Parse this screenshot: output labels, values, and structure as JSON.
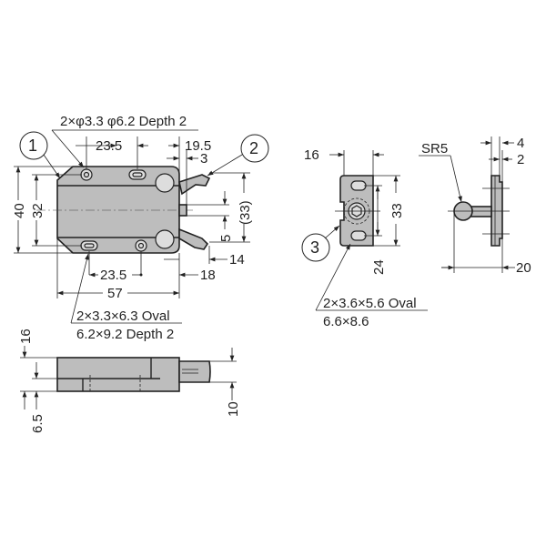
{
  "callouts": {
    "one": "1",
    "two": "2",
    "three": "3"
  },
  "catch_front": {
    "hole_note": "2×φ3.3 φ6.2 Depth 2",
    "oval_note_1": "2×3.3×6.3 Oval",
    "oval_note_2": "6.2×9.2 Depth 2",
    "dims": {
      "top_spacing": "23.5",
      "jaw_offset": "19.5",
      "jaw_gap": "3",
      "height_outer": "40",
      "height_inner": "32",
      "jaw_span": "(33)",
      "pin": "5",
      "d14": "14",
      "d18": "18",
      "bottom_spacing": "23.5",
      "length": "57"
    }
  },
  "catch_side": {
    "dims": {
      "thickness": "16",
      "offset": "6.5",
      "rod": "10"
    }
  },
  "strike_front": {
    "oval_note_1": "2×3.6×5.6 Oval",
    "oval_note_2": "6.6×8.6",
    "dims": {
      "width": "16",
      "height": "33",
      "spacing": "24"
    }
  },
  "strike_side": {
    "radius": "SR5",
    "dims": {
      "d4": "4",
      "d2": "2",
      "depth": "20"
    }
  }
}
